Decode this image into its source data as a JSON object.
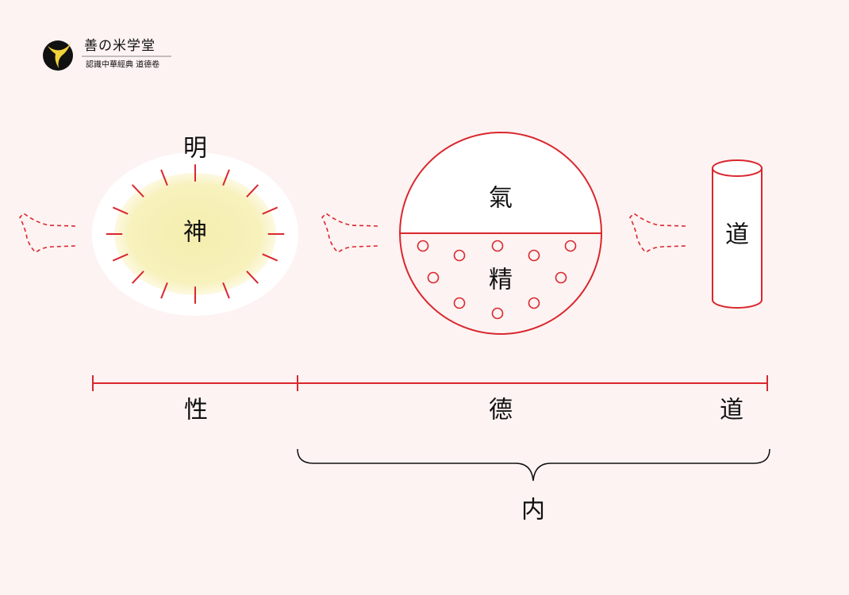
{
  "logo": {
    "title": "善の米学堂",
    "subtitle": "認識中華經典 道德卷"
  },
  "diagram": {
    "ellipse": {
      "top_label": "明",
      "center_label": "神"
    },
    "circle": {
      "upper_label": "氣",
      "lower_label": "精"
    },
    "cylinder": {
      "label": "道"
    },
    "axis": {
      "labels": [
        "性",
        "德",
        "道"
      ]
    },
    "brace": {
      "label": "内"
    }
  },
  "colors": {
    "background": "#fdf3f2",
    "accent": "#d9272e",
    "yellow": "#f6f0b6",
    "ink": "#111111"
  }
}
